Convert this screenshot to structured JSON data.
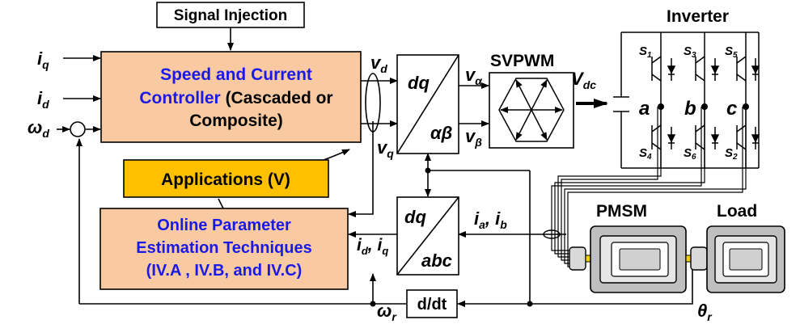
{
  "blocks": {
    "signal_injection": "Signal Injection",
    "controller": {
      "line1": "Speed and Current",
      "line2a": "Controller",
      "line2b": "(Cascaded or",
      "line3": "Composite)"
    },
    "applications": "Applications (V)",
    "estimation": {
      "line1": "Online Parameter",
      "line2": "Estimation Techniques",
      "line3": "(IV.A , IV.B, and IV.C)"
    },
    "dq_ab": {
      "top": "dq",
      "bottom": "αβ"
    },
    "dq_abc": {
      "top": "dq",
      "bottom": "abc"
    },
    "ddt": "d/dt",
    "svpwm": "SVPWM",
    "inverter": "Inverter",
    "pmsm": "PMSM",
    "load": "Load"
  },
  "signals": {
    "iq": {
      "base": "i",
      "sub": "q"
    },
    "id": {
      "base": "i",
      "sub": "d"
    },
    "wd": {
      "base": "ω",
      "sub": "d"
    },
    "vd": {
      "base": "v",
      "sub": "d"
    },
    "vq": {
      "base": "v",
      "sub": "q"
    },
    "valpha": {
      "base": "v",
      "sub": "α"
    },
    "vbeta": {
      "base": "v",
      "sub": "β"
    },
    "vdc": {
      "base": "V",
      "sub": "dc"
    },
    "ia_ib": {
      "b1": "i",
      "s1": "a",
      "sep": ", ",
      "b2": "i",
      "s2": "b"
    },
    "id_iq": {
      "b1": "i",
      "s1": "d",
      "sep": ", ",
      "b2": "i",
      "s2": "q"
    },
    "wr": {
      "base": "ω",
      "sub": "r"
    },
    "thetar": {
      "base": "θ",
      "sub": "r"
    }
  },
  "phases": {
    "a": "a",
    "b": "b",
    "c": "c"
  },
  "switches": {
    "s1": {
      "base": "S",
      "sub": "1"
    },
    "s3": {
      "base": "S",
      "sub": "3"
    },
    "s5": {
      "base": "S",
      "sub": "5"
    },
    "s4": {
      "base": "S",
      "sub": "4"
    },
    "s6": {
      "base": "S",
      "sub": "6"
    },
    "s2": {
      "base": "S",
      "sub": "2"
    }
  },
  "colors": {
    "block_fill": "#f9c9a1",
    "applications_fill": "#ffc000",
    "blue_text": "#1a1ae6",
    "line": "#000000"
  }
}
